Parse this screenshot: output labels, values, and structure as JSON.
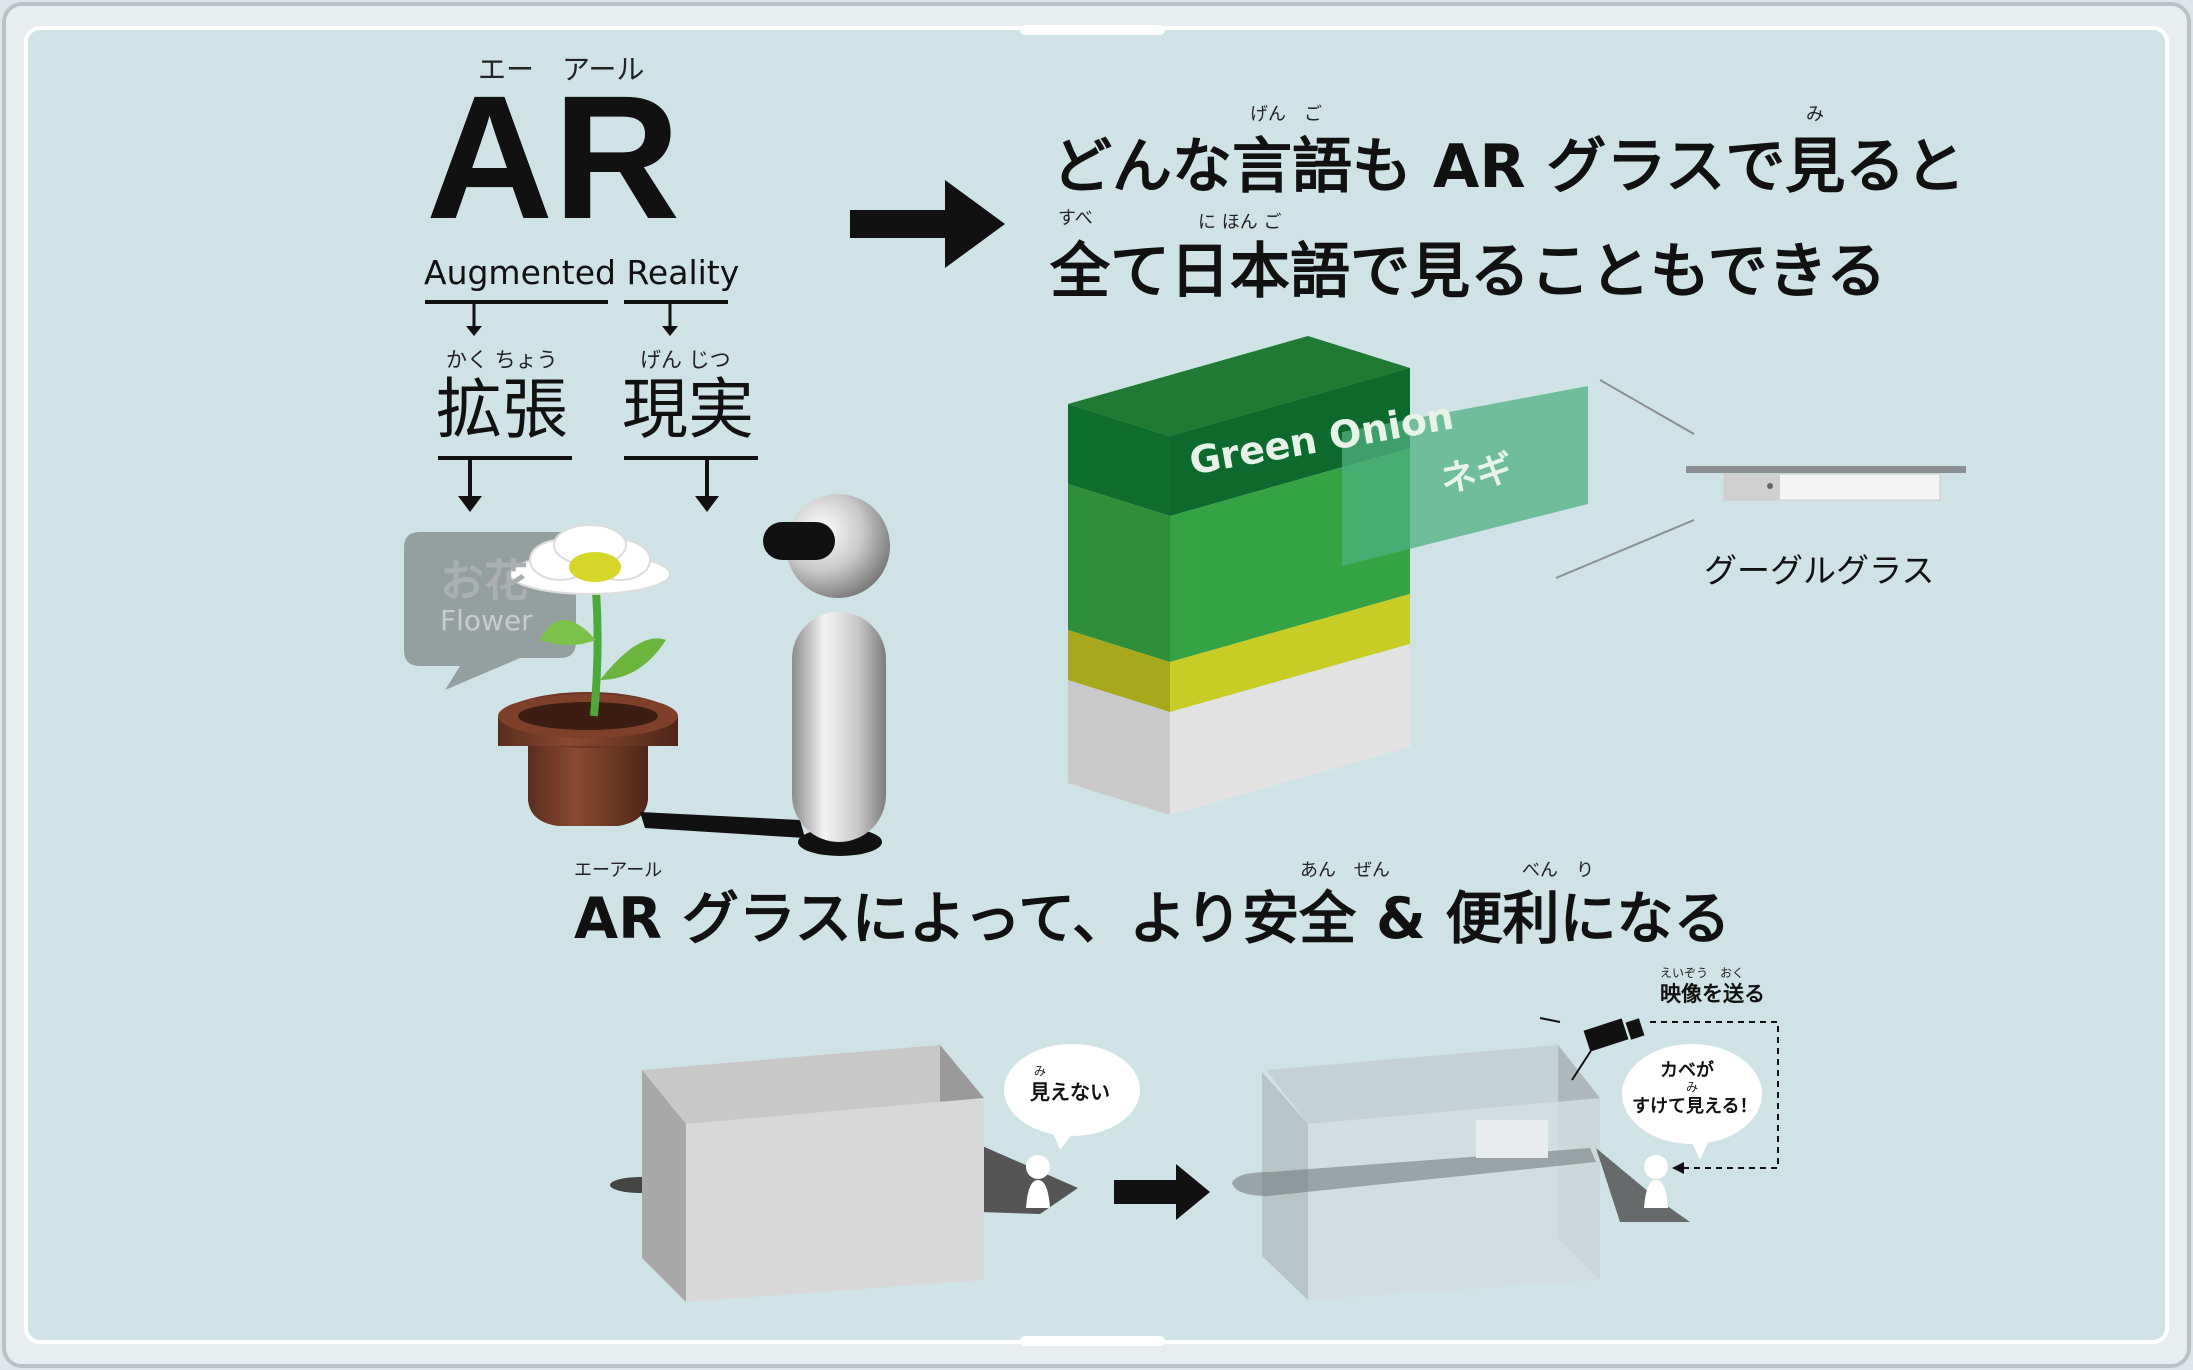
{
  "ar_section": {
    "ar_ruby": "エー　アール",
    "ar_big": "AR",
    "ar_full": "Augmented Reality",
    "kakucho_ruby": "かく ちょう",
    "kakucho": "拡張",
    "genjitsu_ruby": "げん じつ",
    "genjitsu": "現実",
    "bubble_text": "お花",
    "bubble_sub": "Flower"
  },
  "translate_section": {
    "line1_ruby_gengo": "げん　ご",
    "line1_ruby_mi": "み",
    "line1": "どんな言語も AR グラスで見ると",
    "line2_ruby_subete": "すべ",
    "line2_ruby_nihongo": "に ほん ご",
    "line2": "全て日本語で見ることもできる",
    "box_label": "Green Onion",
    "ar_overlay": "ネギ",
    "glasses_label": "グーグルグラス"
  },
  "safety_section": {
    "ruby_ar": "エーアール",
    "ruby_anzen": "あん　ぜん",
    "ruby_benri": "べん　り",
    "headline": "AR グラスによって、より安全 & 便利になる",
    "bubble_left_ruby": "み",
    "bubble_left": "見えない",
    "camera_ruby": "えいぞう　おく",
    "camera_label": "映像を送る",
    "bubble_right_line1": "カベが",
    "bubble_right_ruby": "み",
    "bubble_right_line2": "すけて見える！"
  },
  "colors": {
    "background": "#cfe3e6",
    "frame": "#a9b3b8",
    "green_dark": "#0e6e2e",
    "green_mid": "#2f8e3a",
    "green_light": "#35a344",
    "yellow_green": "#c9cc24",
    "grey_base": "#dcdcdc",
    "overlay": "#4fb080"
  }
}
